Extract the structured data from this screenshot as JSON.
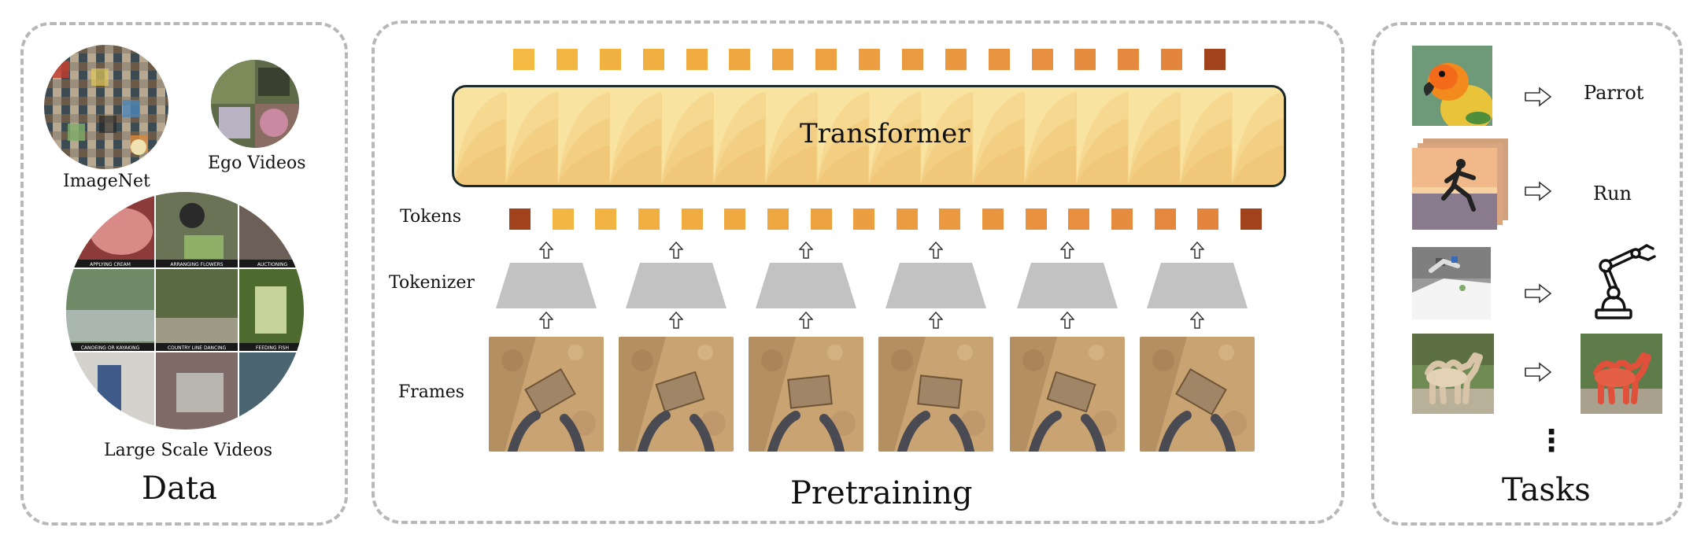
{
  "panels": {
    "data": {
      "title": "Data",
      "sources": [
        {
          "label": "ImageNet"
        },
        {
          "label": "Ego Videos"
        },
        {
          "label": "Large Scale Videos"
        }
      ],
      "video_captions": [
        "APPLYING CREAM",
        "ARRANGING FLOWERS",
        "AUCTIONING",
        "CANOEING OR KAYAKING",
        "COUNTRY LINE DANCING",
        "FEEDING FISH"
      ]
    },
    "pretraining": {
      "title": "Pretraining",
      "transformer_label": "Transformer",
      "row_labels": {
        "tokens": "Tokens",
        "tokenizer": "Tokenizer",
        "frames": "Frames"
      },
      "colors": {
        "token_light": "#f4b942",
        "token_mid": "#e89a3f",
        "token_dark": "#a0421c",
        "tokenizer": "#c2c2c2",
        "transformer_fill": "#f9e3a0",
        "transformer_border": "#1a2a2a"
      }
    },
    "tasks": {
      "title": "Tasks",
      "items": [
        {
          "output": "Parrot",
          "output_kind": "text"
        },
        {
          "output": "Run",
          "output_kind": "text"
        },
        {
          "output": "robot-arm-icon",
          "output_kind": "icon"
        },
        {
          "output": "red-camel-image",
          "output_kind": "image"
        }
      ],
      "ellipsis": "⋮"
    }
  }
}
